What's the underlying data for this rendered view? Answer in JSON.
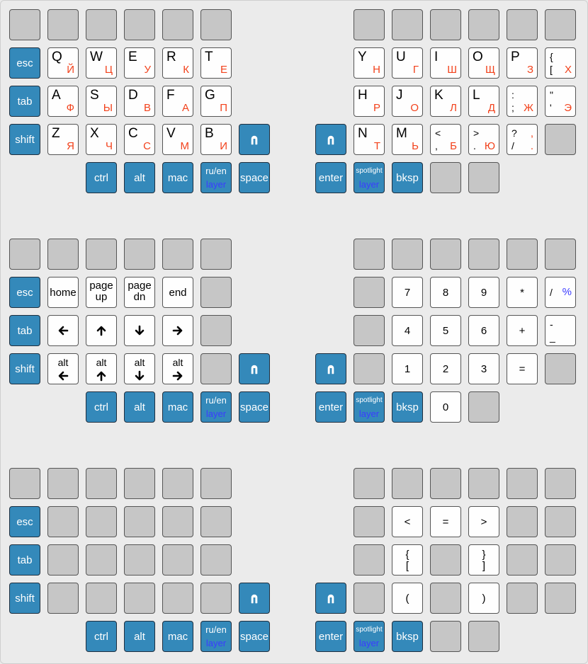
{
  "colors": {
    "blue": "#3489ba",
    "gray": "#c6c6c6",
    "white": "#fefefe",
    "russian": "#f2421c",
    "layer": "#3b3bff"
  },
  "layer1": {
    "left": {
      "row2": [
        {
          "latin": "Q",
          "ru": "Й"
        },
        {
          "latin": "W",
          "ru": "Ц"
        },
        {
          "latin": "E",
          "ru": "У"
        },
        {
          "latin": "R",
          "ru": "К"
        },
        {
          "latin": "T",
          "ru": "Е"
        }
      ],
      "row3": [
        {
          "latin": "A",
          "ru": "Ф"
        },
        {
          "latin": "S",
          "ru": "Ы"
        },
        {
          "latin": "D",
          "ru": "В"
        },
        {
          "latin": "F",
          "ru": "А"
        },
        {
          "latin": "G",
          "ru": "П"
        }
      ],
      "row4": [
        {
          "latin": "Z",
          "ru": "Я"
        },
        {
          "latin": "X",
          "ru": "Ч"
        },
        {
          "latin": "C",
          "ru": "С"
        },
        {
          "latin": "V",
          "ru": "М"
        },
        {
          "latin": "B",
          "ru": "И"
        }
      ]
    },
    "right": {
      "row2": [
        {
          "latin": "Y",
          "ru": "Н"
        },
        {
          "latin": "U",
          "ru": "Г"
        },
        {
          "latin": "I",
          "ru": "Ш"
        },
        {
          "latin": "O",
          "ru": "Щ"
        },
        {
          "latin": "P",
          "ru": "З"
        }
      ],
      "row2_bracket": {
        "top": "{",
        "bot": "[",
        "ru": "Х"
      },
      "row3": [
        {
          "latin": "H",
          "ru": "Р"
        },
        {
          "latin": "J",
          "ru": "О"
        },
        {
          "latin": "K",
          "ru": "Л"
        },
        {
          "latin": "L",
          "ru": "Д"
        }
      ],
      "row3_colon": {
        "top": ":",
        "bot": ";",
        "ru": "Ж"
      },
      "row3_quote": {
        "top": "\"",
        "bot": "'",
        "ru": "Э"
      },
      "row4": [
        {
          "latin": "N",
          "ru": "Т"
        },
        {
          "latin": "M",
          "ru": "Ь"
        }
      ],
      "row4_lt": {
        "top": "<",
        "bot": ",",
        "ru": "Б"
      },
      "row4_gt": {
        "top": ">",
        "bot": ".",
        "ru": "Ю"
      },
      "row4_q": {
        "top": "?",
        "bot": "/",
        "ru_top": ",",
        "ru_bot": "."
      }
    }
  },
  "mods": {
    "esc": "esc",
    "tab": "tab",
    "shift": "shift",
    "ctrl": "ctrl",
    "alt": "alt",
    "mac": "mac",
    "ruen": "ru/en",
    "layer": "layer",
    "space": "space",
    "enter": "enter",
    "spotlight": "spotlight",
    "bksp": "bksp"
  },
  "layer2": {
    "nav": {
      "home": "home",
      "pgup_1": "page",
      "pgup_2": "up",
      "pgdn_1": "page",
      "pgdn_2": "dn",
      "end": "end",
      "alt": "alt"
    },
    "num": {
      "row2": [
        "7",
        "8",
        "9",
        "*"
      ],
      "slash": "/",
      "pct": "%",
      "row3": [
        "4",
        "5",
        "6",
        "+"
      ],
      "minus": "-",
      "under": "_",
      "row4": [
        "1",
        "2",
        "3",
        "="
      ],
      "row5": [
        "0"
      ]
    }
  },
  "layer3": {
    "row2": [
      "<",
      "=",
      ">"
    ],
    "brace_open": {
      "top": "{",
      "bot": "["
    },
    "brace_close": {
      "top": "}",
      "bot": "]"
    },
    "paren_open": "(",
    "paren_close": ")"
  }
}
